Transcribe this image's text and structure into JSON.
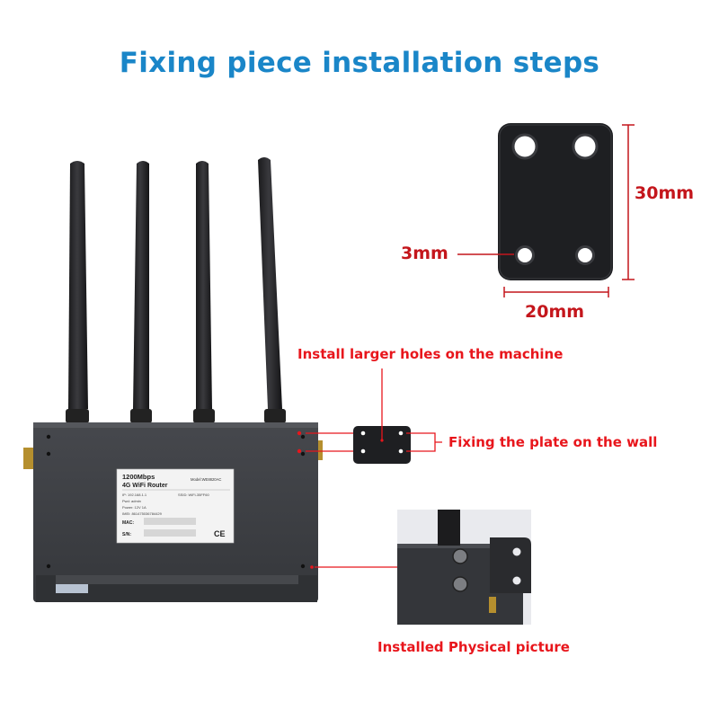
{
  "title": "Fixing piece installation steps",
  "plate": {
    "height_label": "30mm",
    "width_label": "20mm",
    "hole_label": "3mm"
  },
  "annotations": {
    "larger_holes": "Install larger holes on the machine",
    "fixing_wall": "Fixing the plate on the wall",
    "installed_picture": "Installed Physical picture"
  },
  "router_label": {
    "speed": "1200Mbps",
    "product": "4G WiFi Router",
    "model": "Model:WE8820AC",
    "ip": "IP: 192.168.1.1",
    "ssid": "SSID: WiFi-35FF60",
    "password": "Pwd: admin",
    "power": "Power: 12V 1A",
    "imei": "IMEI: 861475036784429",
    "mac_label": "MAC:",
    "sn_label": "S/N:",
    "ce": "CE"
  },
  "colors": {
    "title": "#1a86c8",
    "dimension": "#c4161c",
    "annotation": "#e8161c",
    "router_body": "#3b3d41",
    "plate": "#1e1f22"
  }
}
